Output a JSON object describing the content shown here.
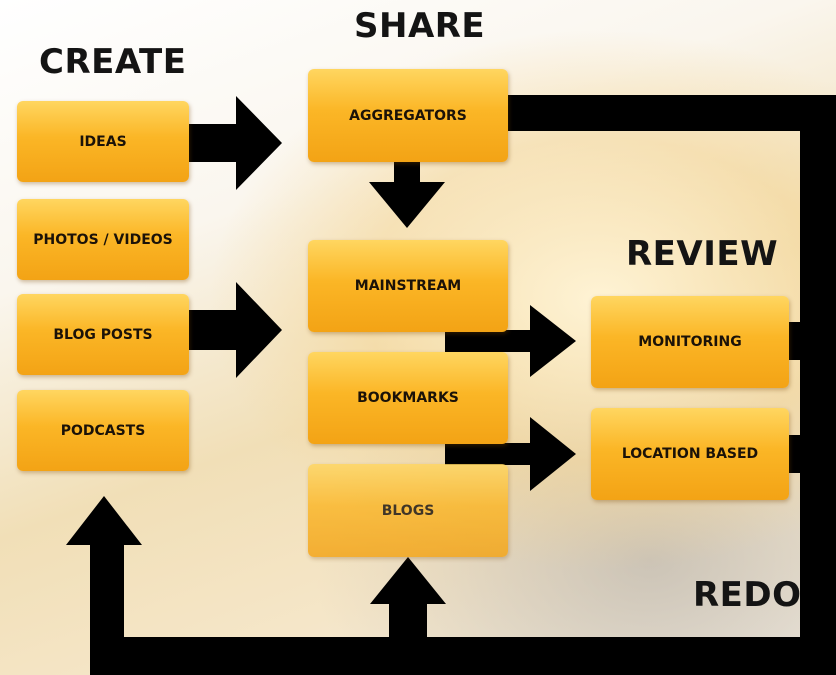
{
  "headings": {
    "create": "CREATE",
    "share": "SHARE",
    "review": "REVIEW",
    "redo": "REDO"
  },
  "create": {
    "ideas": "IDEAS",
    "photos_videos": "PHOTOS / VIDEOS",
    "blog_posts": "BLOG POSTS",
    "podcasts": "PODCASTS"
  },
  "share": {
    "aggregators": "AGGREGATORS",
    "mainstream": "MAINSTREAM",
    "bookmarks": "BOOKMARKS",
    "blogs": "BLOGS"
  },
  "review": {
    "monitoring": "MONITORING",
    "location_based": "LOCATION BASED"
  },
  "colors": {
    "box_fill": "#fbb626",
    "arrow": "#000000",
    "text": "#141414"
  }
}
